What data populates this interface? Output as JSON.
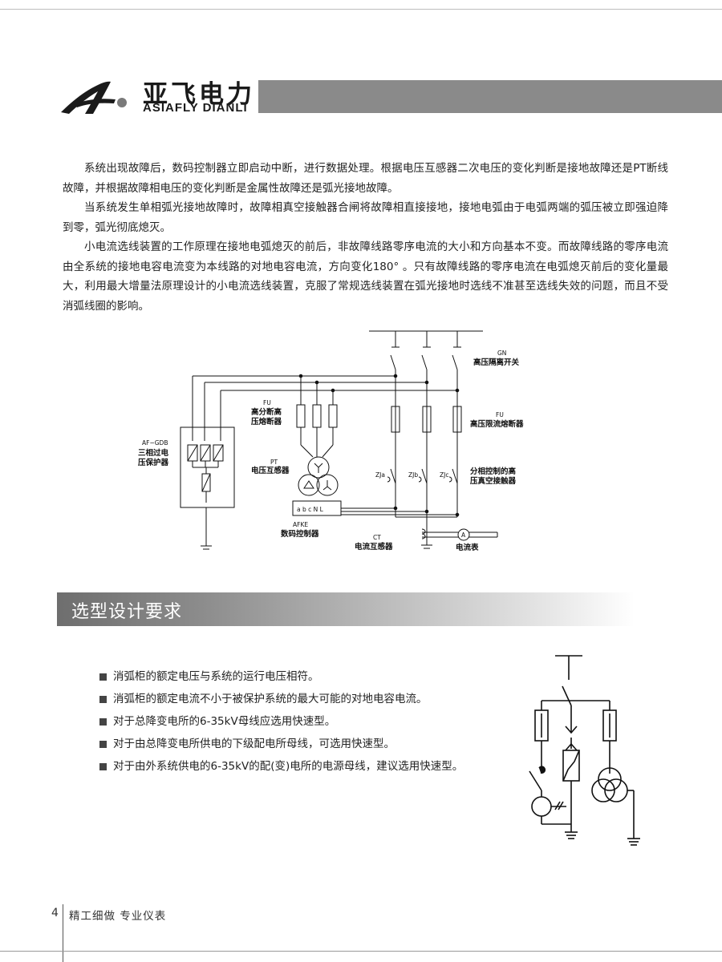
{
  "brand": {
    "cn_name": "亚飞电力",
    "en_name": "ASIAFLY DIANLI"
  },
  "paragraphs": [
    "系统出现故障后，数码控制器立即启动中断，进行数据处理。根据电压互感器二次电压的变化判断是接地故障还是PT断线故障，并根据故障相电压的变化判断是金属性故障还是弧光接地故障。",
    "当系统发生单相弧光接地故障时，故障相真空接触器合闸将故障相直接接地，接地电弧由于电弧两端的弧压被立即强迫降到零，弧光彻底熄灭。",
    "小电流选线装置的工作原理在接地电弧熄灭的前后，非故障线路零序电流的大小和方向基本不变。而故障线路的零序电流由全系统的接地电容电流变为本线路的对地电容电流，方向变化180° 。只有故障线路的零序电流在电弧熄灭前后的变化量最大，利用最大增量法原理设计的小电流选线装置，克服了常规选线装置在弧光接地时选线不准甚至选线失效的问题，而且不受消弧线圈的影响。"
  ],
  "diagram": {
    "gn_code": "GN",
    "gn_label": "高压隔离开关",
    "fu_code": "FU",
    "fu_left_label_1": "高分断高",
    "fu_left_label_2": "压熔断器",
    "fu_right_label": "高压限流熔断器",
    "afgdb_code": "AF−GDB",
    "afgdb_label_1": "三相过电",
    "afgdb_label_2": "压保护器",
    "pt_code": "PT",
    "pt_label": "电压互感器",
    "zja": "ZJa",
    "zjb": "ZJb",
    "zjc": "ZJc",
    "contactor_label_1": "分相控制的高",
    "contactor_label_2": "压真空接触器",
    "terminals": "a b c  N L",
    "afke_code": "AFKE",
    "afke_label": "数码控制器",
    "ct_code": "CT",
    "ct_label": "电流互感器",
    "ammeter_symbol": "A",
    "ammeter_label": "电流表"
  },
  "section": {
    "title": "选型设计要求"
  },
  "requirements": [
    "消弧柜的额定电压与系统的运行电压相符。",
    "消弧柜的额定电流不小于被保护系统的最大可能的对地电容电流。",
    "对于总降变电所的6-35kV母线应选用快速型。",
    "对于由总降变电所供电的下级配电所母线，可选用快速型。",
    "对于由外系统供电的6-35kV的配(变)电所的电源母线，建议选用快速型。"
  ],
  "footer": {
    "page_number": "4",
    "slogan": "精工细做   专业仪表"
  }
}
